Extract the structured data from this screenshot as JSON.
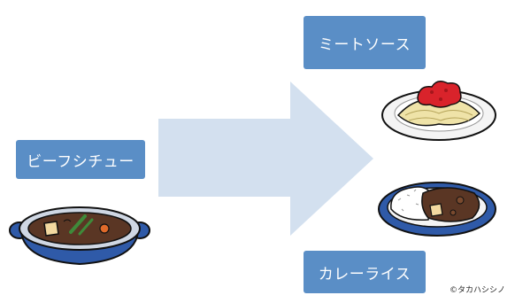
{
  "boxes": {
    "left": "ビーフシチュー",
    "top": "ミートソース",
    "bottom": "カレーライス"
  },
  "illustrations": {
    "left": "beef-stew-icon",
    "top": "meat-sauce-spaghetti-icon",
    "bottom": "curry-rice-icon"
  },
  "arrow": {
    "color": "#d3e0ef",
    "direction": "right"
  },
  "colors": {
    "box": "#5a8ec6",
    "box_text": "#ffffff"
  },
  "copyright": "©タカハシシノ"
}
